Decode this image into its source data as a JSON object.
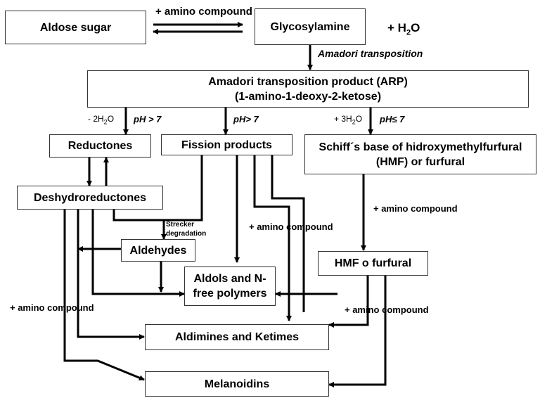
{
  "boxes": {
    "aldose": "Aldose sugar",
    "glycosylamine": "Glycosylamine",
    "arp_line1": "Amadori transposition product (ARP)",
    "arp_line2": "(1-amino-1-deoxy-2-ketose)",
    "reductones": "Reductones",
    "fission": "Fission products",
    "schiff_line1": "Schiff´s base of hidroxymethylfurfural",
    "schiff_line2": "(HMF) or furfural",
    "deshydro": "Deshydroreductones",
    "aldehydes": "Aldehydes",
    "aldols_line1": "Aldols and N-",
    "aldols_line2": "free polymers",
    "hmf": "HMF o furfural",
    "aldimines": "Aldimines and Ketimes",
    "melanoidins": "Melanoidins"
  },
  "labels": {
    "amino_top": "+ amino compound",
    "water_top_prefix": "+ H",
    "water_top_sub": "2",
    "water_top_suffix": "O",
    "amadori_transposition": "Amadori transposition",
    "minus_2h2o_prefix": "- 2H",
    "minus_2h2o_sub": "2",
    "minus_2h2o_suffix": "O",
    "ph_gt7_a": "pH > 7",
    "ph_gt7_b": "pH> 7",
    "plus_3h2o_prefix": "+ 3H",
    "plus_3h2o_sub": "2",
    "plus_3h2o_suffix": "O",
    "ph_le7": "pH≤ 7",
    "amino_right": "+ amino compound",
    "strecker": "Strecker degradation",
    "amino_mid": "+ amino compound",
    "amino_left": "+ amino compound",
    "amino_bottom_right": "+ amino compound"
  }
}
